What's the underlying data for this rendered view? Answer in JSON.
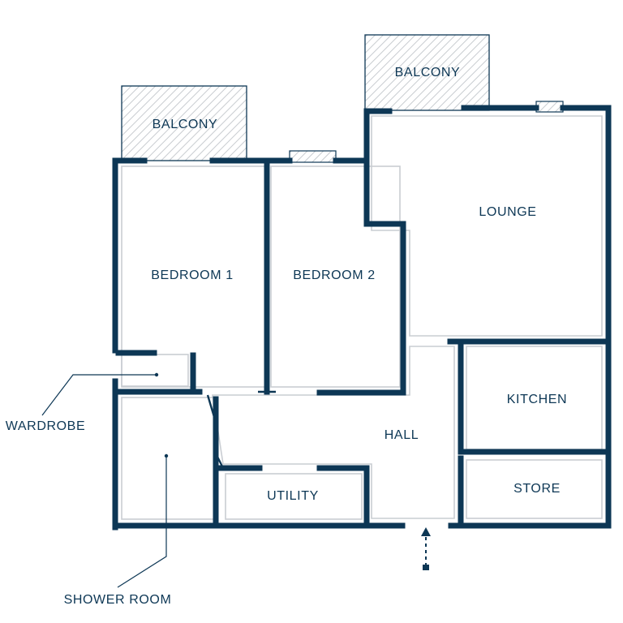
{
  "colors": {
    "wall": "#0d3755",
    "hatch": "#c8ccd0"
  },
  "rooms": {
    "balcony_left": "BALCONY",
    "balcony_right": "BALCONY",
    "lounge": "LOUNGE",
    "bedroom1": "BEDROOM 1",
    "bedroom2": "BEDROOM 2",
    "kitchen": "KITCHEN",
    "hall": "HALL",
    "store": "STORE",
    "utility": "UTILITY"
  },
  "callouts": {
    "wardrobe": "WARDROBE",
    "shower_room": "SHOWER ROOM"
  },
  "entrance": {
    "icon": "entrance-arrow-icon"
  }
}
